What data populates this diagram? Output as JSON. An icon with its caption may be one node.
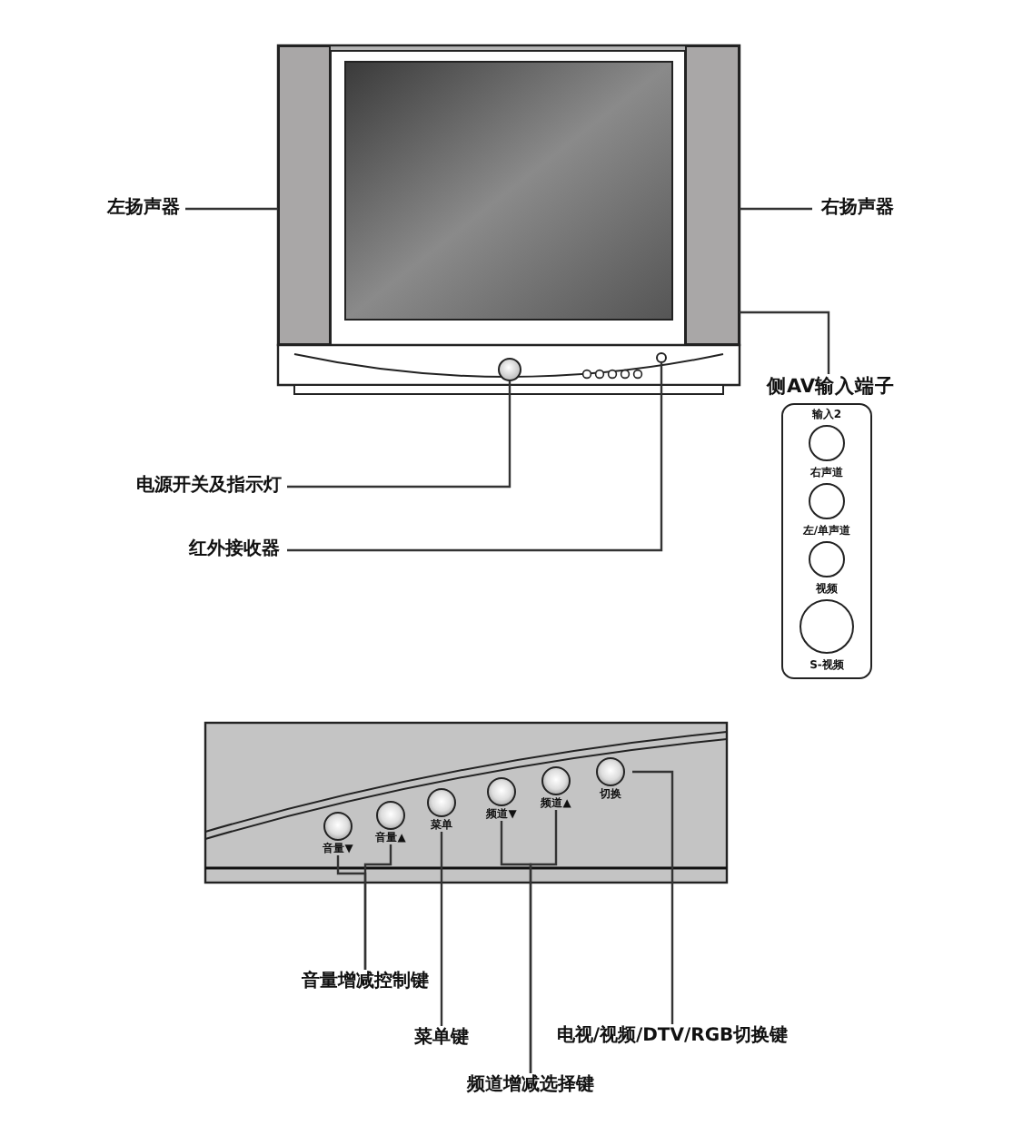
{
  "diagram": {
    "nodes": [
      {
        "text": [
          "左扬声器"
        ]
      },
      {
        "text": [],
        "shape": "box"
      },
      {
        "text": [
          "右扬声器"
        ]
      },
      {
        "text": [],
        "shape": "box"
      },
      {
        "text": [
          "侧AV输入端子",
          "输入2",
          "右声道",
          "左/单声道",
          "视频",
          "S-视频"
        ]
      },
      {
        "text": [
          "电源开关及指示灯"
        ]
      },
      {
        "text": [],
        "shape": "circle"
      },
      {
        "text": [
          "红外接收器"
        ]
      },
      {
        "text": [],
        "shape": "circle"
      },
      {
        "text": [
          "音量▼"
        ]
      },
      {
        "text": [
          "音量▲"
        ]
      },
      {
        "text": [
          "菜单"
        ]
      },
      {
        "text": [
          "频道▼"
        ]
      },
      {
        "text": [
          "频道▲"
        ]
      },
      {
        "text": [
          "切换"
        ]
      },
      {
        "text": [
          "音量增减控制键"
        ]
      },
      {
        "text": [
          "菜单键"
        ]
      },
      {
        "text": [
          "频道增减选择键"
        ]
      },
      {
        "text": [
          "电视/视频/DTV/RGB切换键"
        ]
      }
    ],
    "edges": [
      {
        "from": 0,
        "to": 1,
        "arrow": "none"
      },
      {
        "from": 2,
        "to": 3,
        "arrow": "none"
      },
      {
        "from": 4,
        "to": 3,
        "arrow": "none"
      },
      {
        "from": 5,
        "to": 6,
        "arrow": "none"
      },
      {
        "from": 7,
        "to": 8,
        "arrow": "none"
      },
      {
        "from": 15,
        "to": 9,
        "arrow": "none"
      },
      {
        "from": 15,
        "to": 10,
        "arrow": "none"
      },
      {
        "from": 16,
        "to": 11,
        "arrow": "none"
      },
      {
        "from": 17,
        "to": 12,
        "arrow": "none"
      },
      {
        "from": 17,
        "to": 13,
        "arrow": "none"
      },
      {
        "from": 18,
        "to": 14,
        "arrow": "none"
      }
    ]
  }
}
